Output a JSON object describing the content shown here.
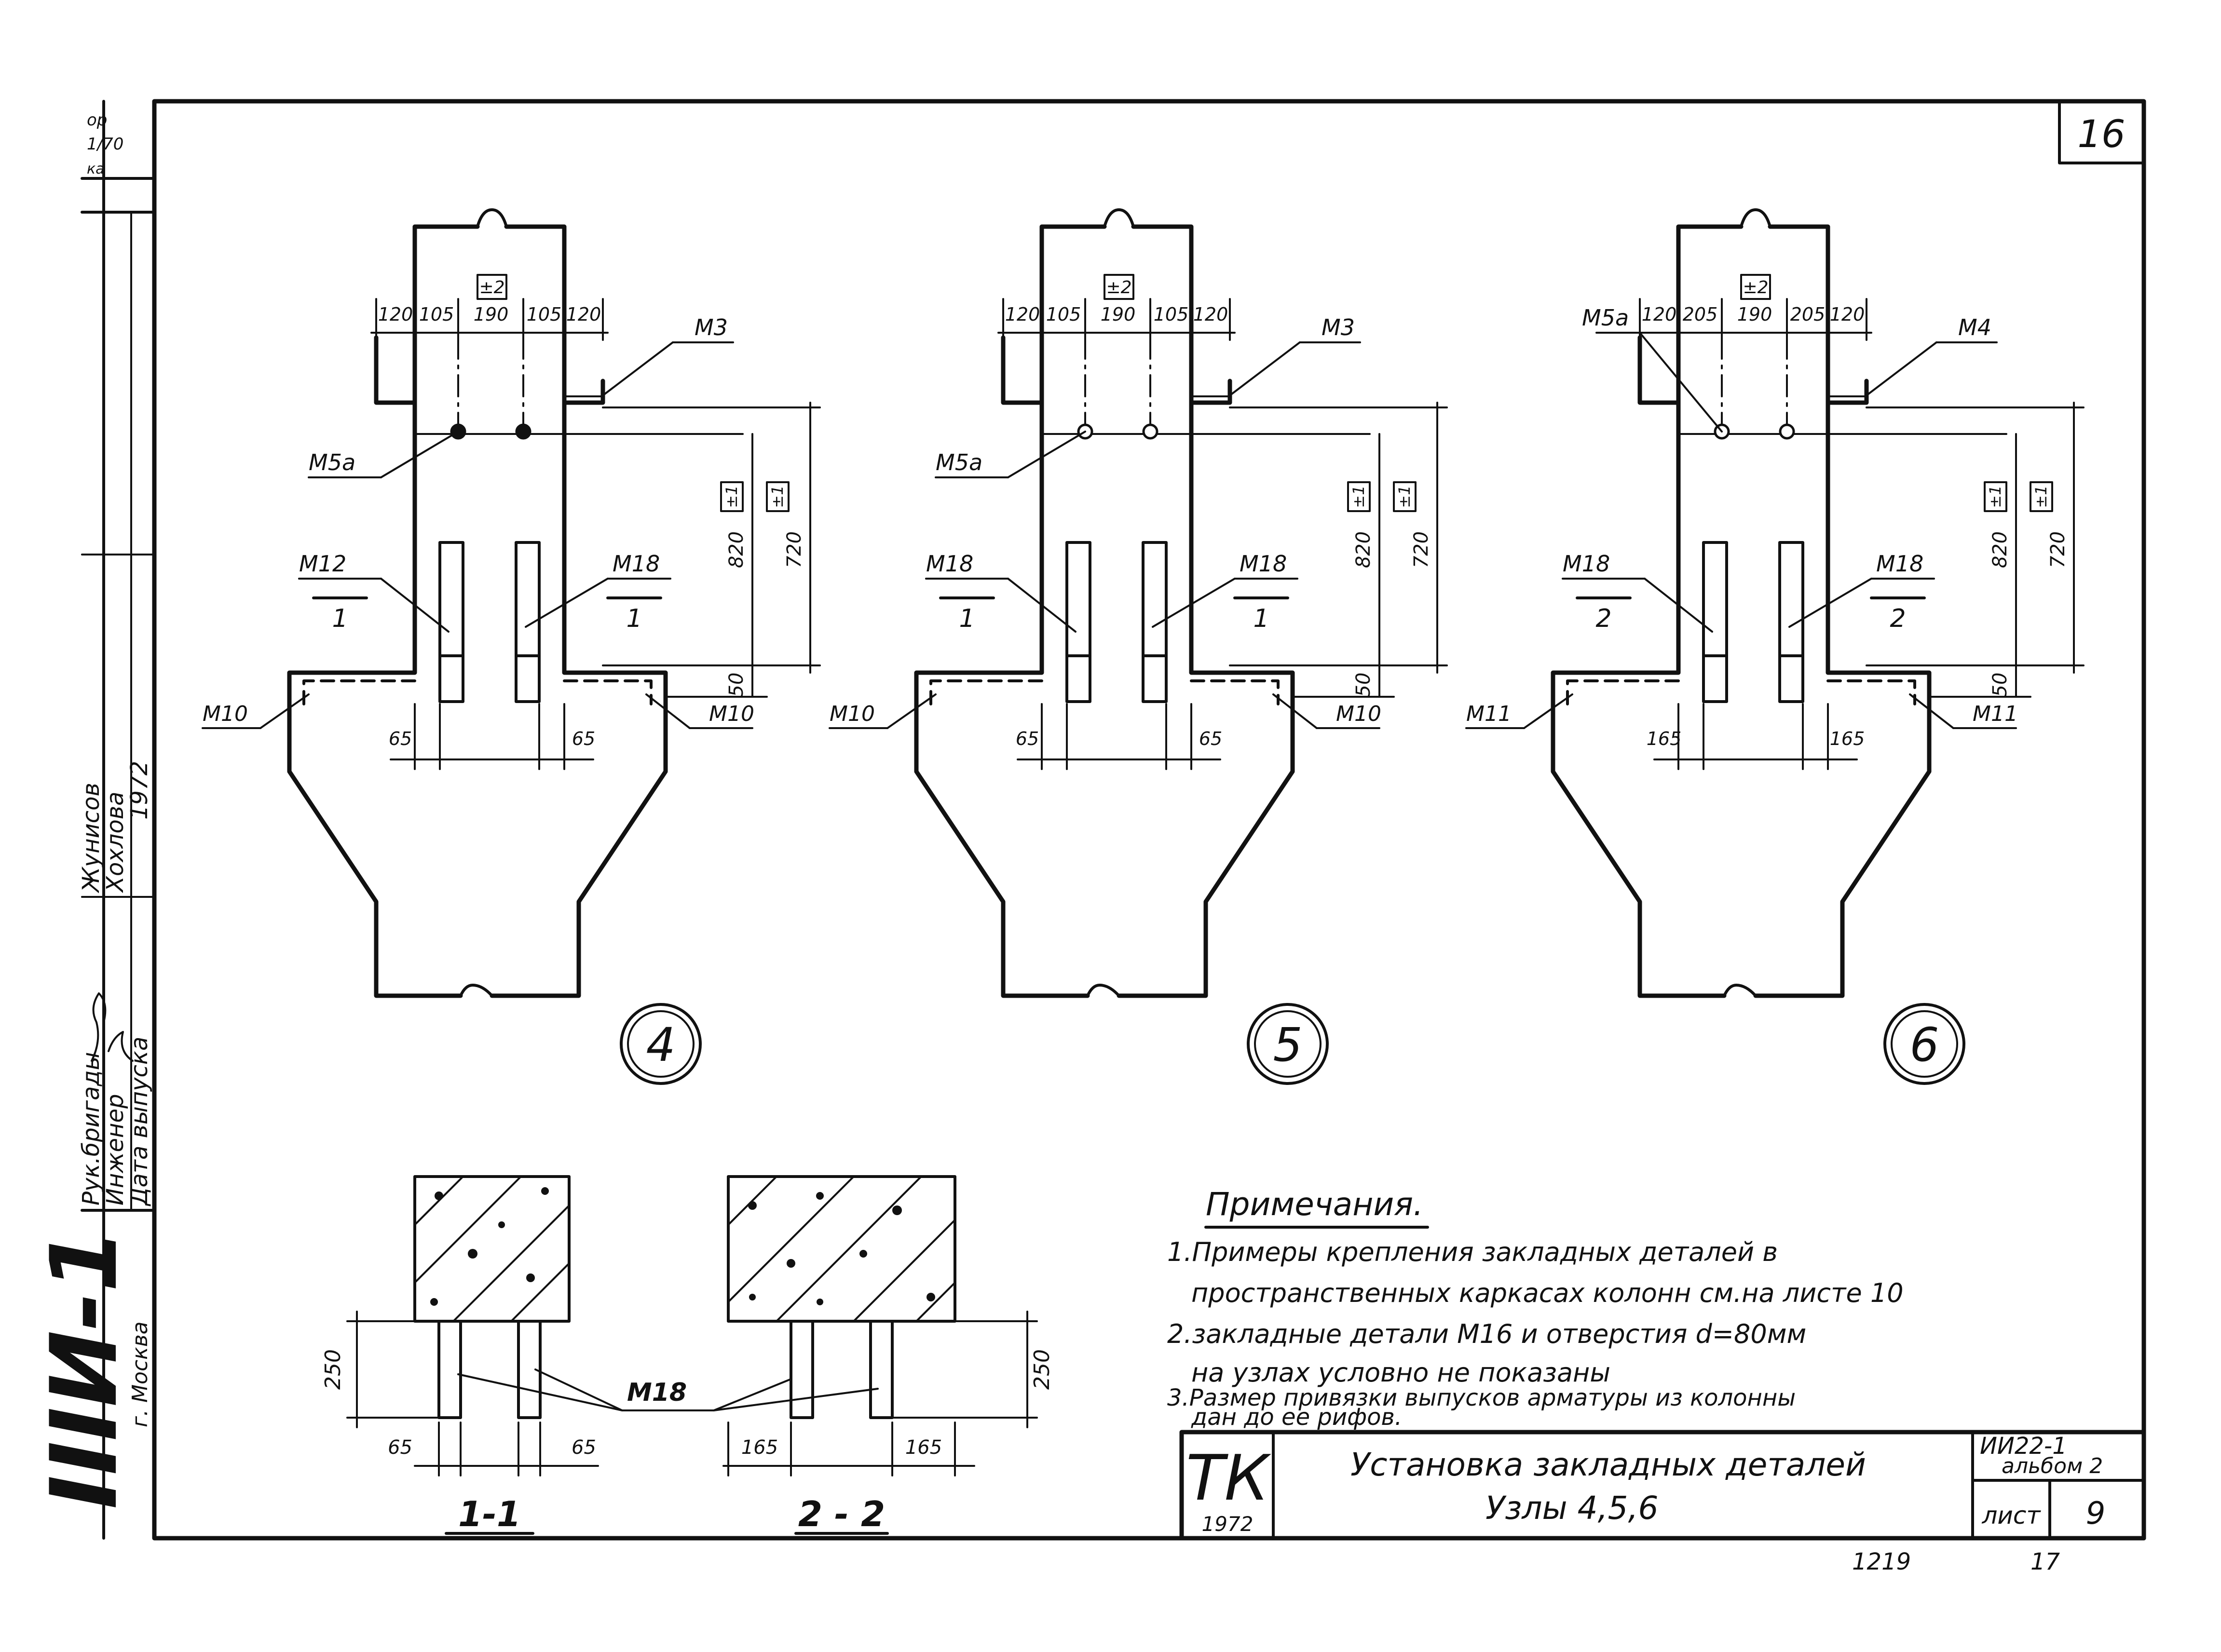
{
  "sheet_number": "16",
  "left_strip": {
    "designation": "ІІІИ-1",
    "city": "г. Москва",
    "roles": [
      "Рук.бригады",
      "Инженер",
      "Дата выпуска"
    ],
    "names": [
      "Жунисов",
      "Хохлова",
      "1972"
    ],
    "corner_fragments": [
      "ор",
      "1/70",
      "ка"
    ]
  },
  "nodes": [
    {
      "label": "4",
      "marks": {
        "top_left": "",
        "top_right": "М3",
        "anchor": "М5а",
        "mid_left": "М12",
        "mid_right": "М18",
        "base_left": "М10",
        "base_right": "М10"
      },
      "section_left": "1",
      "section_right": "1",
      "dims_top": [
        "120",
        "105",
        "190",
        "105",
        "120"
      ],
      "tol_top": "±2",
      "tol_v1": "±1",
      "tol_v2": "±1",
      "dim_v1": "820",
      "dim_v2": "720",
      "dim_v3": "50",
      "dim_bottom_left": "65",
      "dim_bottom_right": "65",
      "anchor_filled": true
    },
    {
      "label": "5",
      "marks": {
        "top_left": "",
        "top_right": "М3",
        "anchor": "М5а",
        "mid_left": "М18",
        "mid_right": "М18",
        "base_left": "М10",
        "base_right": "М10"
      },
      "section_left": "1",
      "section_right": "1",
      "dims_top": [
        "120",
        "105",
        "190",
        "105",
        "120"
      ],
      "tol_top": "±2",
      "tol_v1": "±1",
      "tol_v2": "±1",
      "dim_v1": "820",
      "dim_v2": "720",
      "dim_v3": "50",
      "dim_bottom_left": "65",
      "dim_bottom_right": "65",
      "anchor_filled": false
    },
    {
      "label": "6",
      "marks": {
        "top_left": "М5а",
        "top_right": "М4",
        "anchor": "",
        "mid_left": "М18",
        "mid_right": "М18",
        "base_left": "М11",
        "base_right": "М11"
      },
      "section_left": "2",
      "section_right": "2",
      "dims_top": [
        "120",
        "205",
        "190",
        "205",
        "120"
      ],
      "tol_top": "±2",
      "tol_v1": "±1",
      "tol_v2": "±1",
      "dim_v1": "820",
      "dim_v2": "720",
      "dim_v3": "50",
      "dim_bottom_left": "165",
      "dim_bottom_right": "165",
      "anchor_filled": false
    }
  ],
  "sections": [
    {
      "title": "1-1",
      "mark": "М18",
      "dim_height": "250",
      "dim_left": "65",
      "dim_right": "65"
    },
    {
      "title": "2 - 2",
      "dim_height": "250",
      "dim_left": "165",
      "dim_right": "165"
    }
  ],
  "notes": {
    "title": "Примечания.",
    "lines": [
      "1.Примеры крепления закладных деталей в",
      "пространственных каркасах колонн см.на листе 10",
      "2.закладные детали М16 и отверстия d=80мм",
      "на узлах условно не показаны",
      "3.Размер привязки выпусков арматуры из колонны",
      "дан до ее рифов."
    ]
  },
  "title_block": {
    "org": "ТК",
    "year": "1972",
    "title_line1": "Установка закладных деталей",
    "title_line2": "Узлы 4,5,6",
    "code": "ИИ22-1",
    "album": "альбом 2",
    "sheet_label": "лист",
    "sheet_value": "9"
  },
  "footer": {
    "inventory": "1219",
    "page": "17"
  }
}
